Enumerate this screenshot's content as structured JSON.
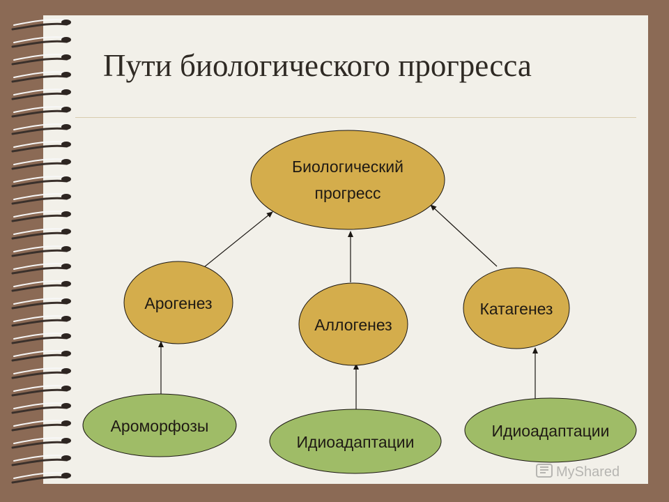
{
  "slide": {
    "title": "Пути биологического прогресса"
  },
  "diagram": {
    "root": {
      "line1": "Биологический",
      "line2": "прогресс"
    },
    "paths": [
      {
        "id": "arogenesis",
        "label": "Арогенез"
      },
      {
        "id": "allogenesis",
        "label": "Аллогенез"
      },
      {
        "id": "catagenesis",
        "label": "Катагенез"
      }
    ],
    "sources": [
      {
        "id": "aromorphoses",
        "label": "Ароморфозы"
      },
      {
        "id": "idioadaptations-1",
        "label": "Идиоадаптации"
      },
      {
        "id": "idioadaptations-2",
        "label": "Идиоадаптации"
      }
    ],
    "colors": {
      "gold": "#d4ad4c",
      "green": "#9fbc67",
      "stroke": "#1a1612",
      "arrow": "#1a1612"
    }
  },
  "watermark": {
    "text": "MyShared"
  }
}
